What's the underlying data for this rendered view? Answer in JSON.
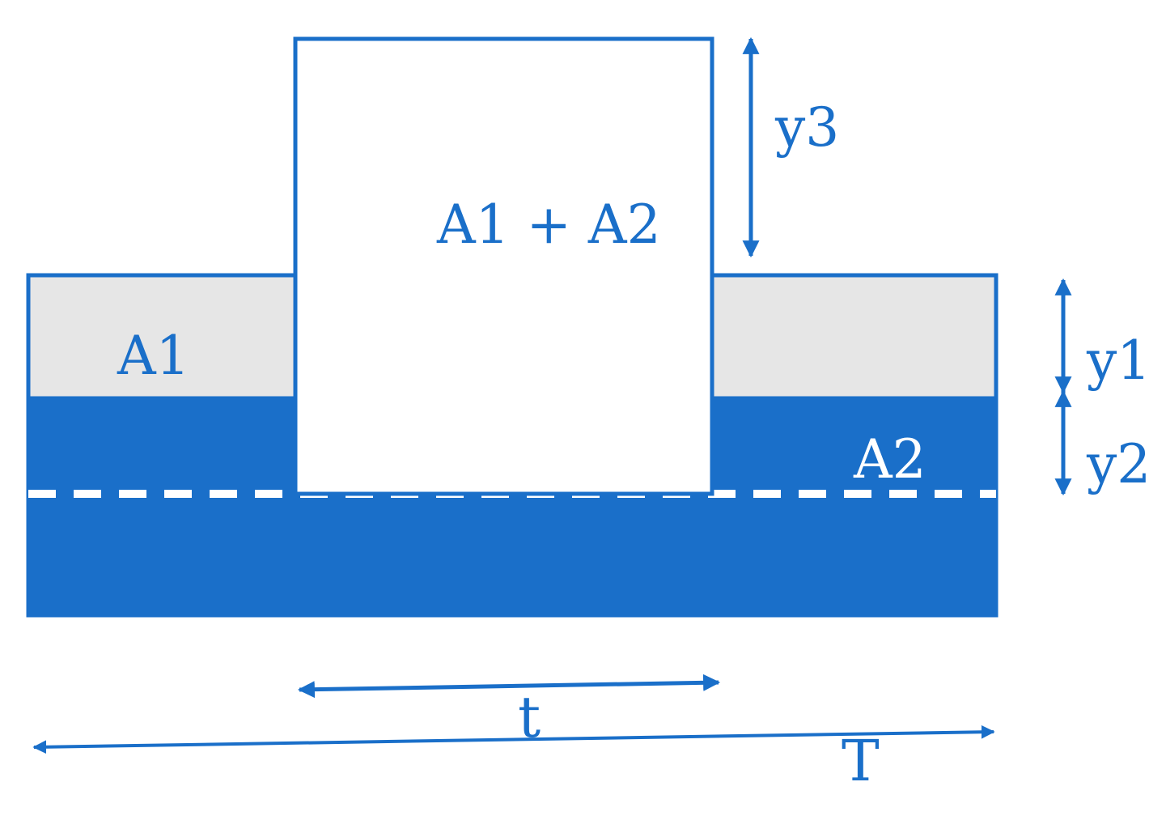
{
  "diagram": {
    "colors": {
      "blue": "#1a6fc9",
      "grey": "#e6e6e6",
      "white": "#ffffff"
    },
    "labels": {
      "center": "A1 + A2",
      "a1": "A1",
      "a2": "A2",
      "y1": "y1",
      "y2": "y2",
      "y3": "y3",
      "t_small": "t",
      "t_large": "T"
    }
  }
}
